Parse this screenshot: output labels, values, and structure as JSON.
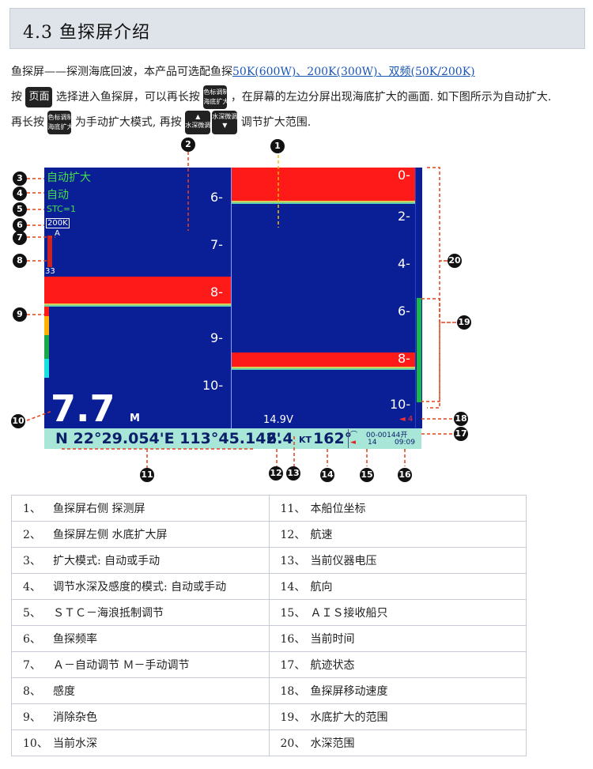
{
  "header": {
    "title": "4.3 鱼探屏介绍"
  },
  "intro": {
    "line1_text": "鱼探屏——探测海底回波，本产品可选配鱼探",
    "line1_link": "50K(600W)、200K(300W)、双频(50K/200K)",
    "line2_a": "按",
    "key_page": "页面",
    "line2_b": "选择进入鱼探屏，可以再长按",
    "key_combo_top": "色标调制",
    "key_combo_bottom": "海底扩大",
    "line2_c": "，在屏幕的左边分屏出现海底扩大的画面. 如下图所示为自动扩大.",
    "line3_a": "再长按",
    "line3_b": "为手动扩大模式, 再按",
    "key_up_label": "水深微调",
    "line3_c": "调节扩大范围."
  },
  "screen": {
    "left": {
      "mode": "自动扩大",
      "adjust": "自动",
      "stc": "STC=1",
      "freq": "200K",
      "gain_mode": "A",
      "gain_value": "33",
      "depth_ticks": [
        "6-",
        "7-",
        "8-",
        "9-",
        "10-"
      ],
      "depth": "7.7",
      "depth_unit": "M"
    },
    "right": {
      "depth_ticks": [
        "0-",
        "2-",
        "4-",
        "6-",
        "8-",
        "10-"
      ],
      "voltage": "14.9V",
      "speed_indicator": "◄ 4"
    },
    "status": {
      "position": "N 22°29.054'E 113°45.142'",
      "speed": "6.4",
      "speed_unit": "KT",
      "heading": "162°",
      "track": "00-00144开",
      "ais_count": "14",
      "time": "09:09"
    }
  },
  "callouts": [
    "1",
    "2",
    "3",
    "4",
    "5",
    "6",
    "7",
    "8",
    "9",
    "10",
    "11",
    "12",
    "13",
    "14",
    "15",
    "16",
    "17",
    "18",
    "19",
    "20"
  ],
  "legend": [
    [
      "1、",
      "鱼探屏右侧 探测屏",
      "11、",
      "本船位坐标"
    ],
    [
      "2、",
      "鱼探屏左侧 水底扩大屏",
      "12、",
      "航速"
    ],
    [
      "3、",
      "扩大模式: 自动或手动",
      "13、",
      "当前仪器电压"
    ],
    [
      "4、",
      "调节水深及感度的模式: 自动或手动",
      "14、",
      "航向"
    ],
    [
      "5、",
      "ＳＴＣ－海浪抵制调节",
      "15、",
      "ＡＩＳ接收船只"
    ],
    [
      "6、",
      "鱼探频率",
      "16、",
      "当前时间"
    ],
    [
      "7、",
      "Ａ－自动调节  Ｍ－手动调节",
      "17、",
      "航迹状态"
    ],
    [
      "8、",
      "感度",
      "18、",
      "鱼探屏移动速度"
    ],
    [
      "9、",
      "消除杂色",
      "19、",
      "水底扩大的范围"
    ],
    [
      "10、",
      "当前水深",
      "20、",
      "水深范围"
    ]
  ],
  "colors": {
    "screen_bg": "#0a1e96",
    "echo": "#ff1a1a",
    "status_bg": "#a8e6d8",
    "callout_arrow": "#e8401a"
  }
}
